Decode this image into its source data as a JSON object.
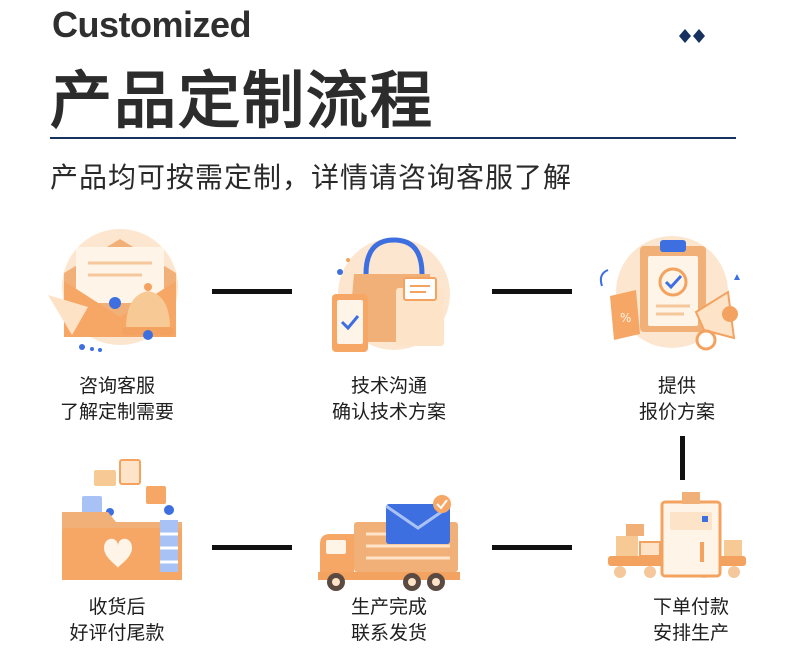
{
  "header": {
    "en_title": "Customized",
    "cn_title": "产品定制流程",
    "subtitle": "产品均可按需定制，详情请咨询客服了解"
  },
  "steps": [
    {
      "line1": "咨询客服",
      "line2": "了解定制需要",
      "icon": "envelope-bell-icon"
    },
    {
      "line1": "技术沟通",
      "line2": "确认技术方案",
      "icon": "shopping-bag-tablet-icon"
    },
    {
      "line1": "提供",
      "line2": "报价方案",
      "icon": "clipboard-megaphone-icon"
    },
    {
      "line1": "下单付款",
      "line2": "安排生产",
      "icon": "production-line-icon"
    },
    {
      "line1": "生产完成",
      "line2": "联系发货",
      "icon": "delivery-truck-icon"
    },
    {
      "line1": "收货后",
      "line2": "好评付尾款",
      "icon": "folder-review-icon"
    }
  ],
  "colors": {
    "accent_navy": "#17325f",
    "icon_orange": "#f3a35f",
    "icon_light": "#fde3c7",
    "icon_blue": "#3d6fe0"
  }
}
